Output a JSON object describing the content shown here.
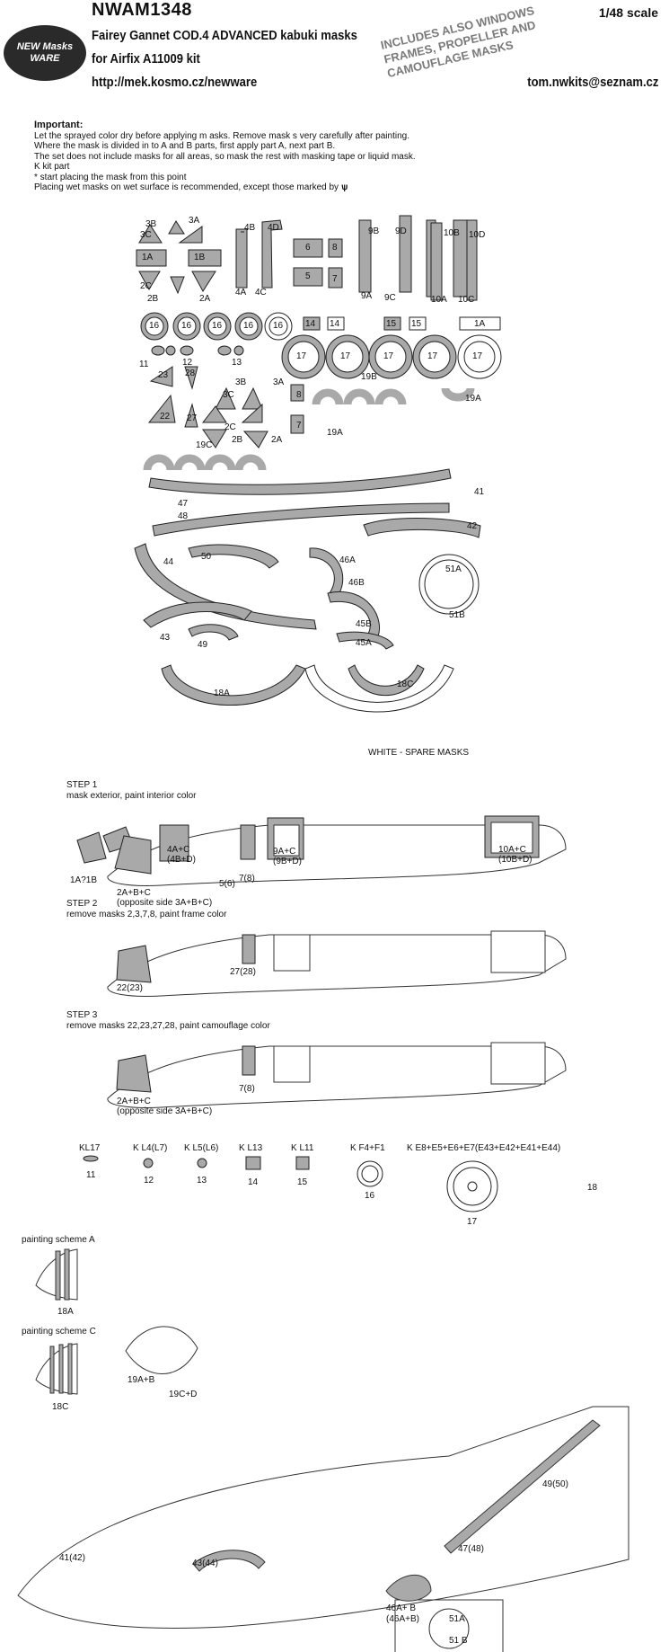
{
  "header": {
    "code": "NWAM1348",
    "scale": "1/48 scale",
    "logo_line1": "NEW Masks",
    "logo_line2": "WARE",
    "title": "Fairey Gannet COD.4 ADVANCED kabuki masks",
    "kit": "for Airfix A11009 kit",
    "url": "http://mek.kosmo.cz/newware",
    "email": "tom.nwkits@seznam.cz",
    "stamp": "INCLUDES ALSO WINDOWS FRAMES, PROPELLER AND CAMOUFLAGE MASKS"
  },
  "instructions": {
    "heading": "Important:",
    "lines": [
      "Let the sprayed color dry before applying m asks. Remove mask s very carefully after painting.",
      "Where the mask is divided in to A and B parts, first apply part A, next part B.",
      "The set does not include masks for all areas, so mask the rest with masking tape or liquid mask.",
      "K  kit part",
      "*   start placing the mask from this point",
      "Placing wet masks on wet surface is recommended, except those marked by"
    ]
  },
  "sheet_labels": {
    "m3B": "3B",
    "m3A": "3A",
    "m3C": "3C",
    "m1A": "1A",
    "m1B": "1B",
    "m2C": "2C",
    "m2B": "2B",
    "m2A": "2A",
    "m4B": "4B",
    "m4D": "4D",
    "m4A": "4A",
    "m4C": "4C",
    "m6": "6",
    "m8": "8",
    "m5": "5",
    "m7": "7",
    "m9B": "9B",
    "m9D": "9D",
    "m9A": "9A",
    "m9C": "9C",
    "m10B": "10B",
    "m10D": "10D",
    "m10A": "10A",
    "m10C": "10C",
    "m16": "16",
    "m14": "14",
    "m15": "15",
    "m1Ab": "1A",
    "m11": "11",
    "m12": "12",
    "m13": "13",
    "m17": "17",
    "m23": "23",
    "m28": "28",
    "m22": "22",
    "m27": "27",
    "m19B": "19B",
    "m19A": "19A",
    "m19C": "19C",
    "m41": "41",
    "m47": "47",
    "m48": "48",
    "m42": "42",
    "m44": "44",
    "m50": "50",
    "m46A": "46A",
    "m46B": "46B",
    "m51A": "51A",
    "m51B": "51B",
    "m43": "43",
    "m49": "49",
    "m45B": "45B",
    "m45A": "45A",
    "m18A": "18A",
    "m18C": "18C",
    "spare": "WHITE - SPARE MASKS"
  },
  "steps": [
    {
      "title": "STEP 1",
      "text": "mask exterior, paint interior color"
    },
    {
      "title": "STEP 2",
      "text": "remove masks 2,3,7,8, paint frame color"
    },
    {
      "title": "STEP 3",
      "text": "remove masks 22,23,27,28, paint camouflage color"
    }
  ],
  "step_labels": {
    "s1_4AC": "4A+C",
    "s1_4BD": "(4B+D)",
    "s1_9AC": "9A+C",
    "s1_9BD": "(9B+D)",
    "s1_10AC": "10A+C",
    "s1_10BD": "(10B+D)",
    "s1_1A1B": "1A?1B",
    "s1_56": "5(6)",
    "s1_78": "7(8)",
    "s1_2ABC": "2A+B+C",
    "s1_opp": "(opposite side 3A+B+C)",
    "s2_2223": "22(23)",
    "s2_2728": "27(28)",
    "s3_78": "7(8)",
    "s3_2ABC": "2A+B+C",
    "s3_opp": "(opposite side 3A+B+C)"
  },
  "kit_parts": [
    {
      "kit": "KL17",
      "num": "11"
    },
    {
      "kit": "K L4(L7)",
      "num": "12"
    },
    {
      "kit": "K L5(L6)",
      "num": "13"
    },
    {
      "kit": "K L13",
      "num": "14"
    },
    {
      "kit": "K L11",
      "num": "15"
    },
    {
      "kit": "K F4+F1",
      "num": "16"
    },
    {
      "kit": "K E8+E5+E6+E7(E43+E42+E41+E44)",
      "num": "17"
    }
  ],
  "kit_extra": "18",
  "schemes": {
    "a_title": "painting scheme A",
    "a_label": "18A",
    "c_title": "painting scheme C",
    "c_label": "18C",
    "spinner_a": "19A+B",
    "spinner_c": "19C+D",
    "p41": "41(42)",
    "p43": "43(44)",
    "p46": "46A+ B",
    "p46b": "(46A+B)",
    "p47": "47(48)",
    "p49": "49(50)",
    "p51A": "51A",
    "p51B": "51 B"
  }
}
